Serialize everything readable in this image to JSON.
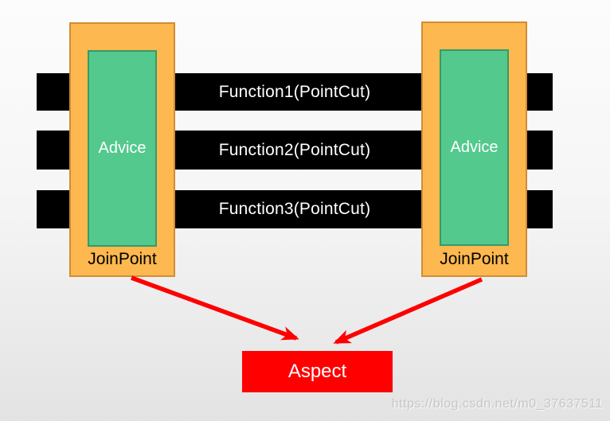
{
  "bars": [
    {
      "label": "Function1(PointCut)"
    },
    {
      "label": "Function2(PointCut)"
    },
    {
      "label": "Function3(PointCut)"
    }
  ],
  "joinpoints": [
    {
      "advice": "Advice",
      "label": "JoinPoint"
    },
    {
      "advice": "Advice",
      "label": "JoinPoint"
    }
  ],
  "aspect": {
    "label": "Aspect"
  },
  "watermark": {
    "text": "https://blog.csdn.net/m0_37637511"
  },
  "colors": {
    "orange_fill": "#FDB84F",
    "orange_border": "#D18D33",
    "green_fill": "#53C98D",
    "green_border": "#379A67",
    "bar_fill": "#000000",
    "bar_text": "#FFFFFF",
    "red_accent": "#FF0000",
    "joinpoint_text": "#000000",
    "watermark_text": "#C6C6C6"
  }
}
